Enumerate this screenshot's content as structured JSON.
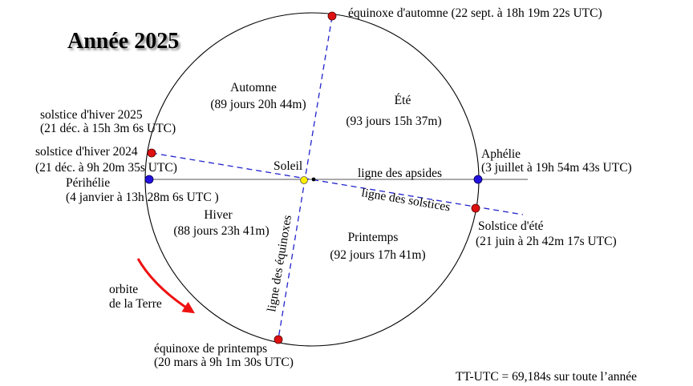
{
  "title": "Année 2025",
  "colors": {
    "orbit": "#000000",
    "dashed_lines": "#2222cc",
    "apsides_line": "#777777",
    "equinox_solstice_dot": "#dd1111",
    "apsis_dot": "#2211dd",
    "sun_dot": "#ffee00",
    "arrow": "#ee1111"
  },
  "icons": {
    "sun": "yellow-dot",
    "earth_position": "red-dot",
    "apsis": "blue-dot"
  },
  "points": {
    "autumn_equinox": {
      "name": "équinoxe d'automne",
      "date": "(22 sept. à 18h 19m 22s UTC)"
    },
    "winter_solstice_2025": {
      "name": "solstice d'hiver 2025",
      "date": "(21 déc. à 15h 3m 6s UTC)"
    },
    "winter_solstice_2024": {
      "name": "solstice d'hiver 2024",
      "date": "(21 déc. à 9h 20m 35s UTC)"
    },
    "perihelion": {
      "name": "Périhélie",
      "date": "(4 janvier à 13h 28m 6s UTC )"
    },
    "aphelion": {
      "name": "Aphélie",
      "date": "(3 juillet à 19h 54m 43s UTC)"
    },
    "summer_solstice": {
      "name": "Solstice d'été",
      "date": "(21 juin à 2h 42m 17s UTC)"
    },
    "spring_equinox": {
      "name": "équinoxe de printemps",
      "date": "(20 mars à 9h 1m 30s UTC)"
    }
  },
  "seasons": {
    "autumn": {
      "name": "Automne",
      "duration": "(89 jours 20h 44m)"
    },
    "summer": {
      "name": "Été",
      "duration": "(93 jours 15h 37m)"
    },
    "winter": {
      "name": "Hiver",
      "duration": "(88 jours 23h 41m)"
    },
    "spring": {
      "name": "Printemps",
      "duration": "(92 jours 17h  41m)"
    }
  },
  "lines": {
    "sun": "Soleil",
    "apsides": "ligne des apsides",
    "solstices": "ligne des solstices",
    "equinoxes": "ligne des équinoxes"
  },
  "orbit_label": {
    "line1": "orbite",
    "line2": "de la Terre"
  },
  "footer": "TT-UTC = 69,184s sur toute l’année"
}
